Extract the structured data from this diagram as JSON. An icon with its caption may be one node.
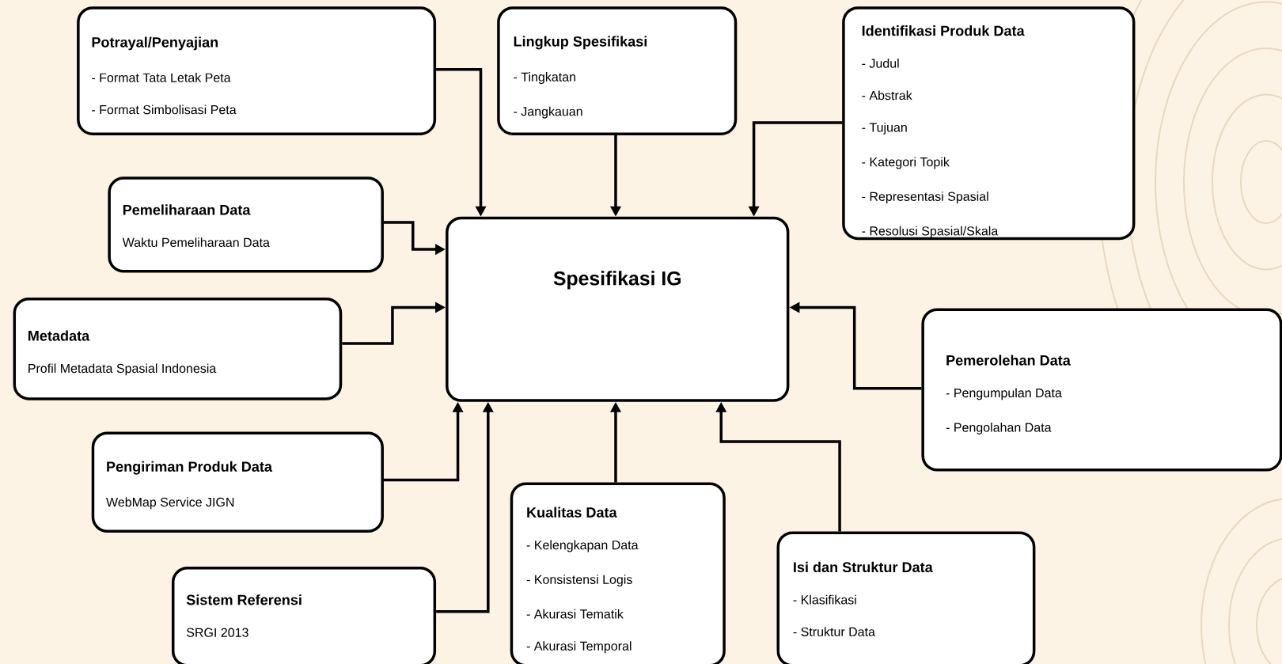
{
  "diagram": {
    "nodes": [
      {
        "text": [
          "Potrayal/Penyajian",
          "- Format Tata Letak Peta",
          "- Format Simbolisasi Peta"
        ]
      },
      {
        "text": [
          "Lingkup Spesifikasi",
          "- Tingkatan",
          "- Jangkauan"
        ]
      },
      {
        "text": [
          "Identifikasi Produk Data",
          "- Judul",
          "- Abstrak",
          "- Tujuan",
          "- Kategori Topik",
          "- Representasi Spasial",
          "- Resolusi Spasial/Skala"
        ]
      },
      {
        "text": [
          "Pemeliharaan Data",
          "Waktu Pemeliharaan Data"
        ]
      },
      {
        "text": [
          "Spesifikasi IG"
        ]
      },
      {
        "text": [
          "Metadata",
          "Profil Metadata Spasial Indonesia"
        ]
      },
      {
        "text": [
          "Pemerolehan Data",
          "- Pengumpulan Data",
          "- Pengolahan Data"
        ]
      },
      {
        "text": [
          "Pengiriman Produk Data",
          "WebMap Service JIGN"
        ]
      },
      {
        "text": [
          "Kualitas Data",
          "- Kelengkapan Data",
          "- Konsistensi Logis",
          "- Akurasi Tematik",
          "- Akurasi Temporal"
        ]
      },
      {
        "text": [
          "Isi dan Struktur Data",
          "- Klasifikasi",
          "- Struktur Data"
        ]
      },
      {
        "text": [
          "Sistem Referensi",
          "SRGI 2013"
        ]
      }
    ],
    "edges": [
      {
        "from": 0,
        "to": 4,
        "arrow": "to"
      },
      {
        "from": 1,
        "to": 4,
        "arrow": "to"
      },
      {
        "from": 2,
        "to": 4,
        "arrow": "to"
      },
      {
        "from": 3,
        "to": 4,
        "arrow": "to"
      },
      {
        "from": 5,
        "to": 4,
        "arrow": "to"
      },
      {
        "from": 6,
        "to": 4,
        "arrow": "to"
      },
      {
        "from": 7,
        "to": 4,
        "arrow": "to"
      },
      {
        "from": 8,
        "to": 4,
        "arrow": "to"
      },
      {
        "from": 9,
        "to": 4,
        "arrow": "to"
      },
      {
        "from": 10,
        "to": 4,
        "arrow": "to"
      }
    ]
  }
}
